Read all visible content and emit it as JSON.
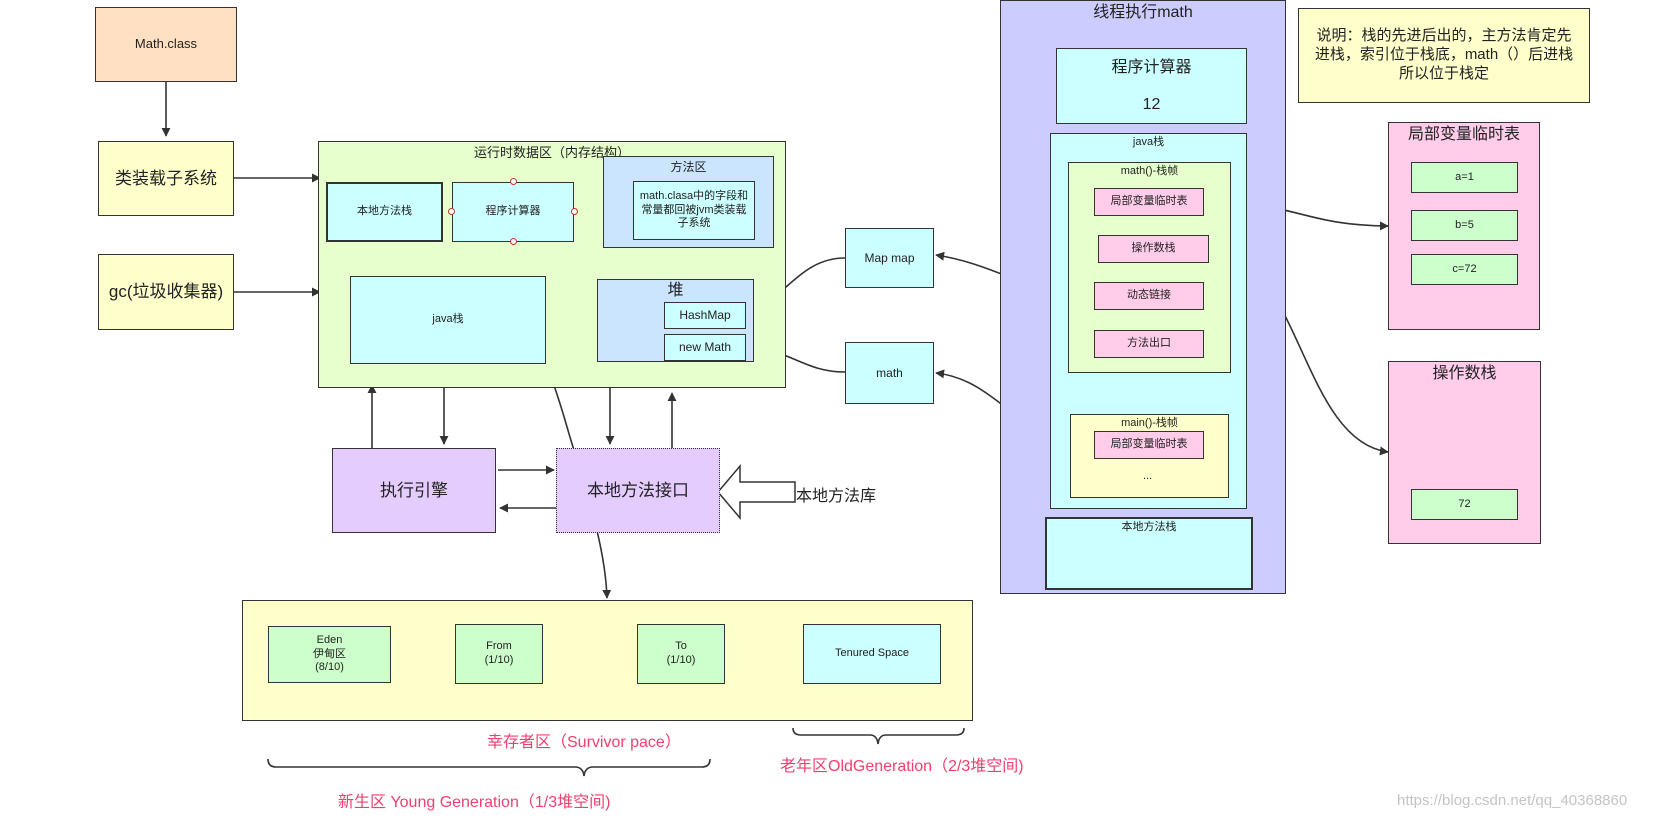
{
  "nodes": {
    "math_class": "Math.class",
    "class_loader": "类装载子系统",
    "gc": "gc(垃圾收集器)",
    "runtime_area": "运行时数据区（内存结构）",
    "native_method_stack": "本地方法栈",
    "program_counter": "程序计算器",
    "method_area": "方法区",
    "method_area_note": "math.clasa中的字段和常量都回被jvm类装载子系统",
    "java_stack": "java栈",
    "heap": "堆",
    "hashmap": "HashMap",
    "new_math": "new Math",
    "exec_engine": "执行引擎",
    "native_interface": "本地方法接口",
    "native_library": "本地方法库",
    "map_map": "Map map",
    "math": "math",
    "eden_1": "Eden",
    "eden_2": "伊甸区",
    "eden_3": "(8/10)",
    "from_1": "From",
    "from_2": "(1/10)",
    "to_1": "To",
    "to_2": "(1/10)",
    "tenured": "Tenured Space",
    "survivor_label": "幸存者区（Survivor pace）",
    "young_label": "新生区 Young Generation（1/3堆空间)",
    "old_label": "老年区OldGeneration（2/3堆空间)",
    "thread_title": "线程执行math",
    "t_pc": "程序计算器",
    "t_pc_value": "12",
    "t_java_stack": "java栈",
    "math_frame": "math()-栈帧",
    "local_var_table": "局部变量临时表",
    "operand_stack": "操作数栈",
    "dynamic_link": "动态链接",
    "method_exit": "方法出口",
    "main_frame": "main()-栈帧",
    "main_local_var": "局部变量临时表",
    "ellipsis": "...",
    "t_native_stack": "本地方法栈",
    "note": "说明：栈的先进后出的，主方法肯定先进栈，索引位于栈底，math（）后进栈所以位于栈定",
    "lvt_title": "局部变量临时表",
    "a": "a=1",
    "b": "b=5",
    "c": "c=72",
    "os_title": "操作数栈",
    "os_value": "72"
  },
  "watermark": "https://blog.csdn.net/qq_40368860"
}
